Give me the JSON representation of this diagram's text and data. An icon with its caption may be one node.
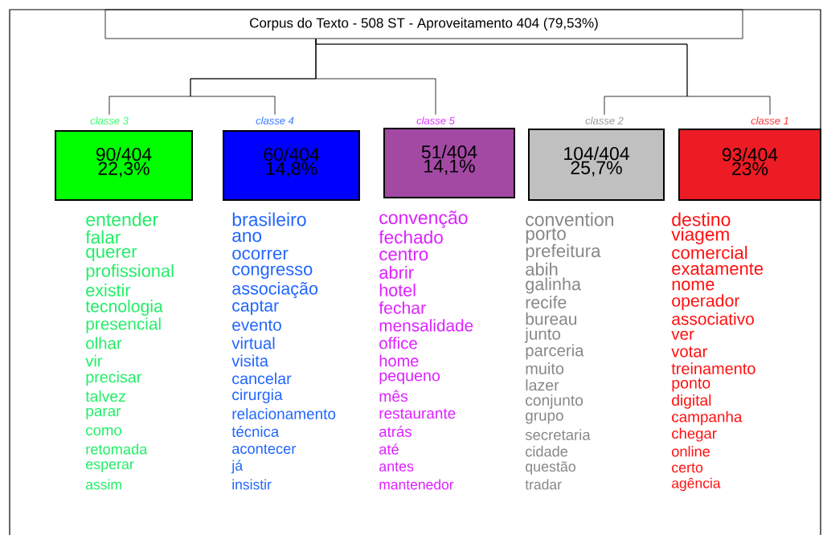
{
  "diagram": {
    "nodes": [
      {
        "text": [
          "Corpus do Texto - 508 ST - Aproveitamento 404 (79,53%)"
        ]
      },
      {
        "text": [
          "classe 3",
          "90/404 22,3%"
        ],
        "beside": [
          "entender",
          "falar",
          "querer",
          "profissional",
          "existir",
          "tecnologia",
          "presencial",
          "olhar",
          "vir",
          "precisar",
          "talvez",
          "parar",
          "como",
          "retomada",
          "esperar",
          "assim"
        ]
      },
      {
        "text": [
          "classe 4",
          "60/404 14,8%"
        ],
        "beside": [
          "brasileiro",
          "ano",
          "ocorrer",
          "congresso",
          "associação",
          "captar",
          "evento",
          "virtual",
          "visita",
          "cancelar",
          "cirurgia",
          "relacionamento",
          "técnica",
          "acontecer",
          "já",
          "insistir"
        ]
      },
      {
        "text": [
          "classe 5",
          "51/404 14,1%"
        ],
        "beside": [
          "convenção",
          "fechado",
          "centro",
          "abrir",
          "hotel",
          "fechar",
          "mensalidade",
          "office",
          "home",
          "pequeno",
          "mês",
          "restaurante",
          "atrás",
          "até",
          "antes",
          "mantenedor"
        ]
      },
      {
        "text": [
          "classe 2",
          "104/404 25,7%"
        ],
        "beside": [
          "convention",
          "porto",
          "prefeitura",
          "abih",
          "galinha",
          "recife",
          "bureau",
          "junto",
          "parceria",
          "muito",
          "lazer",
          "conjunto",
          "grupo",
          "secretaria",
          "cidade",
          "questão",
          "tradar"
        ]
      },
      {
        "text": [
          "classe 1",
          "93/404 23%"
        ],
        "beside": [
          "destino",
          "viagem",
          "comercial",
          "exatamente",
          "nome",
          "operador",
          "associativo",
          "ver",
          "votar",
          "treinamento",
          "ponto",
          "digital",
          "campanha",
          "chegar",
          "online",
          "certo",
          "agência"
        ]
      }
    ],
    "edges": [
      {
        "from": 0,
        "to": 1,
        "arrow": "none"
      },
      {
        "from": 0,
        "to": 2,
        "arrow": "none"
      },
      {
        "from": 0,
        "to": 3,
        "arrow": "none"
      },
      {
        "from": 0,
        "to": 4,
        "arrow": "none"
      },
      {
        "from": 0,
        "to": 5,
        "arrow": "none"
      }
    ]
  }
}
